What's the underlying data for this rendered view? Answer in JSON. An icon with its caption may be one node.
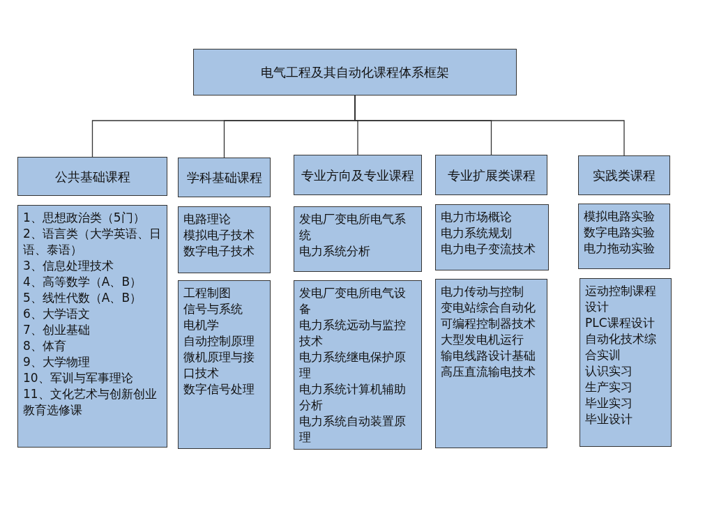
{
  "diagram": {
    "nodes": [
      {
        "text": [
          "电气工程及其自动化课程体系框架"
        ]
      },
      {
        "text": [
          "公共基础课程"
        ]
      },
      {
        "text": [
          "学科基础课程"
        ]
      },
      {
        "text": [
          "专业方向及专业课程"
        ]
      },
      {
        "text": [
          "专业扩展类课程"
        ]
      },
      {
        "text": [
          "实践类课程"
        ]
      },
      {
        "text": [
          "1、思想政治类（5门）",
          "2、语言类（大学英语、日语、泰语）",
          "3、信息处理技术",
          "4、高等数学（A、B）",
          "5、线性代数（A、B）",
          "6、大学语文",
          "7、创业基础",
          "8、体育",
          "9、大学物理",
          "10、军训与军事理论",
          "11、文化艺术与创新创业教育选修课"
        ]
      },
      {
        "text": [
          "电路理论",
          "模拟电子技术",
          "数字电子技术"
        ]
      },
      {
        "text": [
          "工程制图",
          "信号与系统",
          "电机学",
          "自动控制原理",
          "微机原理与接口技术",
          "数字信号处理"
        ]
      },
      {
        "text": [
          "发电厂变电所电气系统",
          "电力系统分析"
        ]
      },
      {
        "text": [
          "发电厂变电所电气设备",
          "电力系统远动与监控技术",
          "电力系统继电保护原理",
          "电力系统计算机辅助分析",
          "电力系统自动装置原理"
        ]
      },
      {
        "text": [
          "电力市场概论",
          "电力系统规划",
          "电力电子变流技术"
        ]
      },
      {
        "text": [
          "电力传动与控制",
          "变电站综合自动化",
          "可编程控制器技术",
          "大型发电机运行",
          "输电线路设计基础",
          "高压直流输电技术"
        ]
      },
      {
        "text": [
          "模拟电路实验",
          "数字电路实验",
          "电力拖动实验"
        ]
      },
      {
        "text": [
          "运动控制课程设计",
          "PLC课程设计",
          "自动化技术综合实训",
          "认识实习",
          "生产实习",
          "毕业实习",
          "毕业设计"
        ]
      }
    ],
    "edges": [
      {
        "from": 0,
        "to": 1,
        "arrow": "none"
      },
      {
        "from": 0,
        "to": 2,
        "arrow": "none"
      },
      {
        "from": 0,
        "to": 3,
        "arrow": "none"
      },
      {
        "from": 0,
        "to": 4,
        "arrow": "none"
      },
      {
        "from": 0,
        "to": 5,
        "arrow": "none"
      }
    ]
  }
}
